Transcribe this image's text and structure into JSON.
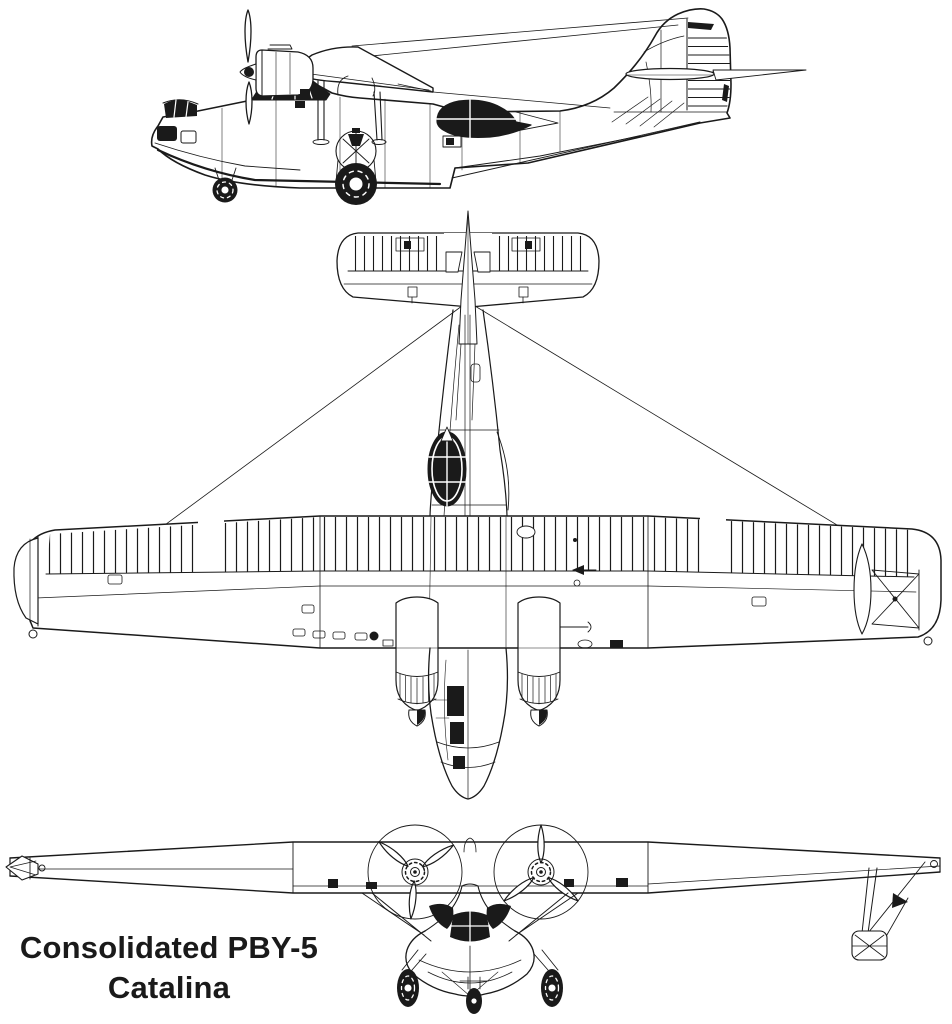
{
  "title": {
    "line1": "Consolidated PBY-5",
    "line2": "Catalina"
  },
  "colors": {
    "ink": "#1a1a1a",
    "paper": "#ffffff"
  },
  "drawing": {
    "subject": "three-view-line-drawing",
    "views": [
      "side-view",
      "top-view",
      "front-view"
    ]
  }
}
